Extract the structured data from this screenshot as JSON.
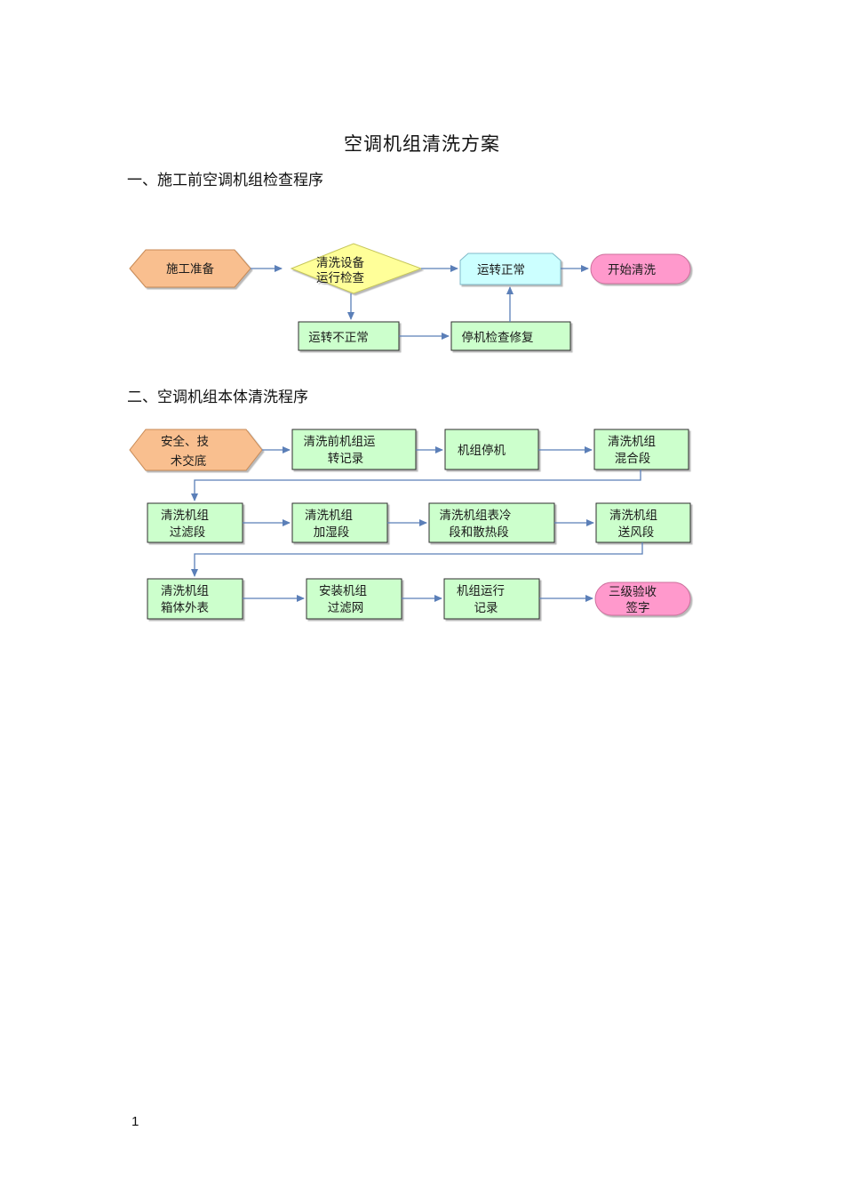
{
  "document": {
    "title": "空调机组清洗方案",
    "sections": [
      {
        "heading": "一、施工前空调机组检查程序"
      },
      {
        "heading": "二、空调机组本体清洗程序"
      }
    ],
    "page_number": "1"
  },
  "colors": {
    "prep": "#f9bf8f",
    "decision": "#ffff99",
    "normal": "#ccffff",
    "terminal": "#ff99cc",
    "process": "#ccffcc",
    "arrow": "#5b7fb8"
  },
  "flowchart1": {
    "nodes": {
      "prep": [
        "施工准备"
      ],
      "check": [
        "清洗设备",
        "运行检查"
      ],
      "normal": [
        "运转正常"
      ],
      "start": [
        "开始清洗"
      ],
      "abnormal": [
        "运转不正常"
      ],
      "repair": [
        "停机检查修复"
      ]
    }
  },
  "flowchart2": {
    "nodes": {
      "briefing": [
        "安全、技",
        "术交底"
      ],
      "record_before": [
        "清洗前机组运",
        "转记录"
      ],
      "shutdown": [
        "机组停机"
      ],
      "mixing": [
        "清洗机组",
        "混合段"
      ],
      "filter": [
        "清洗机组",
        "过滤段"
      ],
      "humidify": [
        "清洗机组",
        "加湿段"
      ],
      "coil": [
        "清洗机组表冷",
        "段和散热段"
      ],
      "fan": [
        "清洗机组",
        "送风段"
      ],
      "casing": [
        "清洗机组",
        "箱体外表"
      ],
      "install_filter": [
        "安装机组",
        "过滤网"
      ],
      "run_record": [
        "机组运行",
        "记录"
      ],
      "acceptance": [
        "三级验收",
        "签字"
      ]
    }
  }
}
